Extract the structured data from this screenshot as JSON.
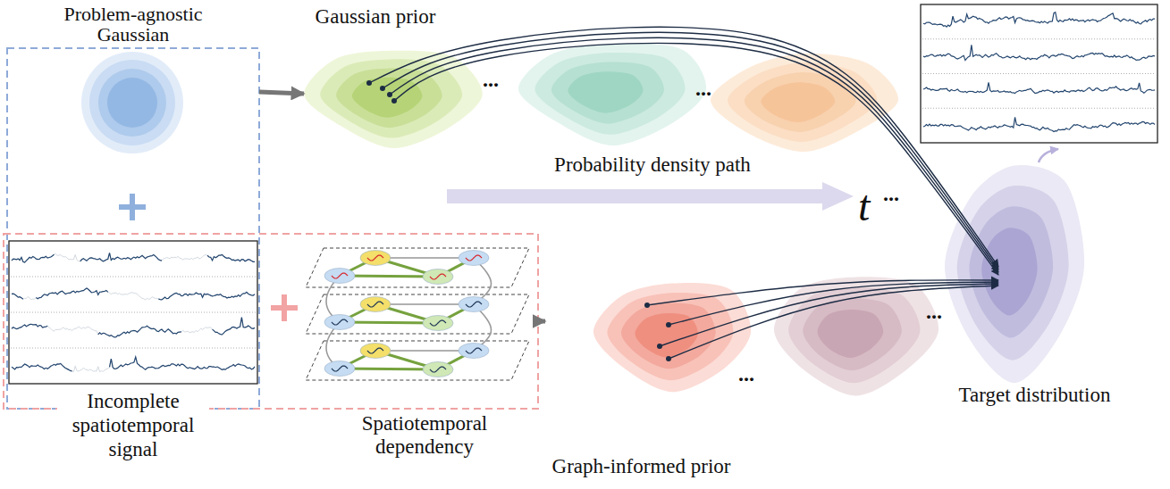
{
  "diagram": {
    "nodes": [
      {
        "text": [
          "Problem-agnostic Gaussian"
        ]
      },
      {
        "text": [
          "Incomplete spatiotemporal signal"
        ],
        "in": 0
      },
      {
        "text": [
          "Spatiotemporal dependency"
        ]
      },
      {
        "text": [
          "Gaussian prior"
        ]
      },
      {
        "text": [
          "Probability density path"
        ]
      },
      {
        "text": [
          "Graph-informed prior"
        ]
      },
      {
        "text": [
          "Target distribution"
        ]
      }
    ],
    "edges": [
      {
        "from": 0,
        "to": 3,
        "arrow": "to"
      },
      {
        "from": 2,
        "to": 5,
        "arrow": "to"
      },
      {
        "from": 3,
        "to": 6,
        "arrow": "to"
      },
      {
        "from": 3,
        "to": 6,
        "arrow": "to"
      },
      {
        "from": 3,
        "to": 6,
        "arrow": "to"
      },
      {
        "from": 3,
        "to": 6,
        "arrow": "to"
      },
      {
        "from": 5,
        "to": 6,
        "arrow": "to"
      },
      {
        "from": 5,
        "to": 6,
        "arrow": "to"
      },
      {
        "from": 5,
        "to": 6,
        "arrow": "to"
      },
      {
        "from": 5,
        "to": 6,
        "arrow": "to"
      }
    ],
    "labels": [
      "...",
      "...",
      "...",
      "...",
      "...",
      "t"
    ]
  }
}
